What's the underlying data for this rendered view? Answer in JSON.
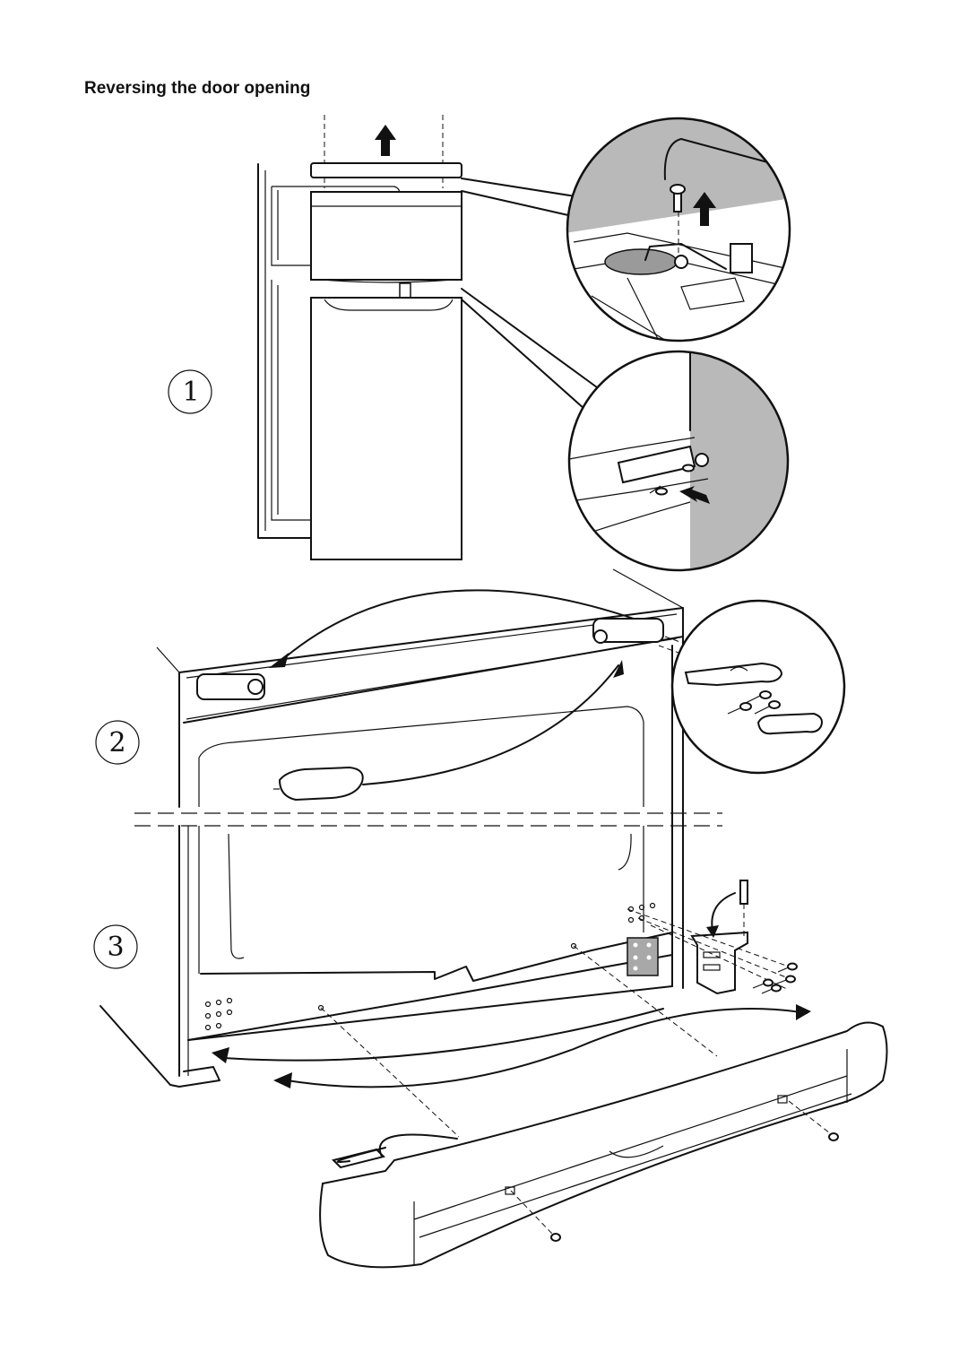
{
  "document": {
    "title": "Reversing the door opening",
    "steps": [
      {
        "number": "1"
      },
      {
        "number": "2"
      },
      {
        "number": "3"
      }
    ]
  }
}
